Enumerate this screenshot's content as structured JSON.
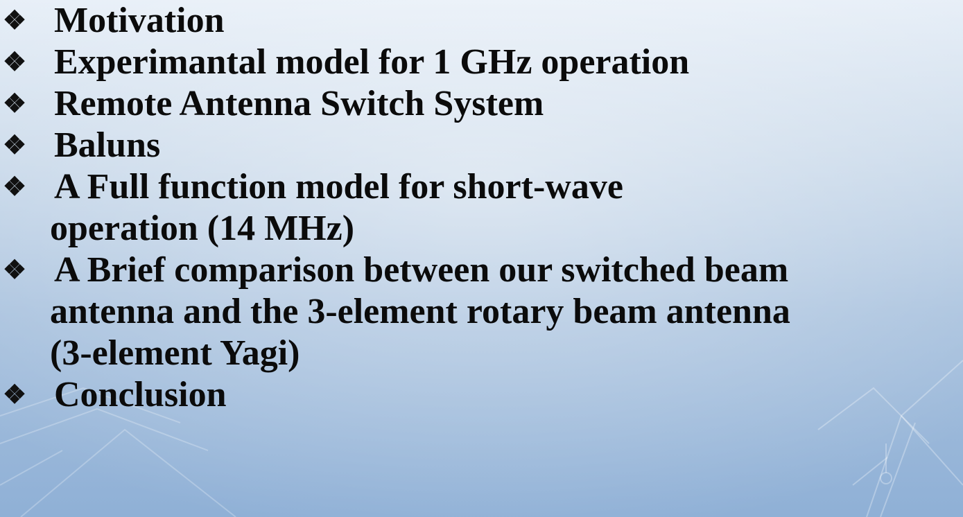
{
  "bullet_glyph": "❖",
  "items": [
    {
      "lines": [
        "Motivation"
      ]
    },
    {
      "lines": [
        "Experimantal model for 1 GHz operation"
      ]
    },
    {
      "lines": [
        "Remote Antenna Switch System"
      ]
    },
    {
      "lines": [
        "Baluns"
      ]
    },
    {
      "lines": [
        "A Full function model for short-wave",
        "operation (14 MHz)"
      ]
    },
    {
      "lines": [
        "A Brief comparison between our switched beam",
        "antenna and the 3-element rotary beam antenna",
        "(3-element Yagi)"
      ]
    },
    {
      "lines": [
        "Conclusion"
      ]
    }
  ],
  "colors": {
    "text": "#0b0b0b",
    "background_top": "#e6eef7",
    "background_bottom": "#8fb0d6"
  }
}
